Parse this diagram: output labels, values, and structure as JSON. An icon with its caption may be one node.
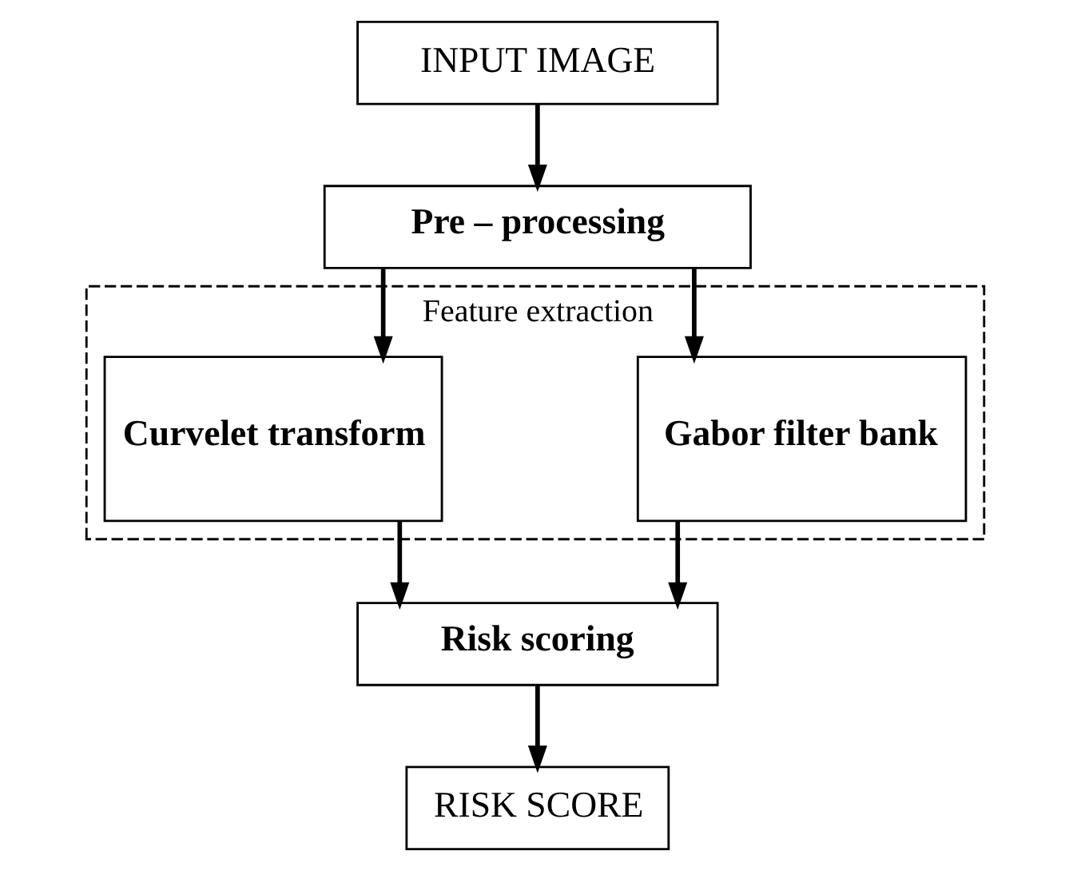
{
  "diagram": {
    "nodes": [
      {
        "text": [
          "INPUT IMAGE"
        ]
      },
      {
        "text": [
          "Pre – processing"
        ]
      },
      {
        "text": [
          "Feature extraction"
        ]
      },
      {
        "text": [
          "Gabor filter bank"
        ],
        "in": 2
      },
      {
        "text": [
          "Curvelet transform"
        ],
        "in": 2
      },
      {
        "text": [
          "Risk scoring"
        ]
      },
      {
        "text": [
          "RISK SCORE"
        ]
      }
    ],
    "edges": [
      {
        "from": 0,
        "to": 1,
        "arrow": "to"
      },
      {
        "from": 1,
        "to": 3,
        "arrow": "to"
      },
      {
        "from": 1,
        "to": 4,
        "arrow": "to"
      },
      {
        "from": 3,
        "to": 5,
        "arrow": "to"
      },
      {
        "from": 4,
        "to": 5,
        "arrow": "to"
      },
      {
        "from": 5,
        "to": 6,
        "arrow": "to"
      }
    ]
  }
}
